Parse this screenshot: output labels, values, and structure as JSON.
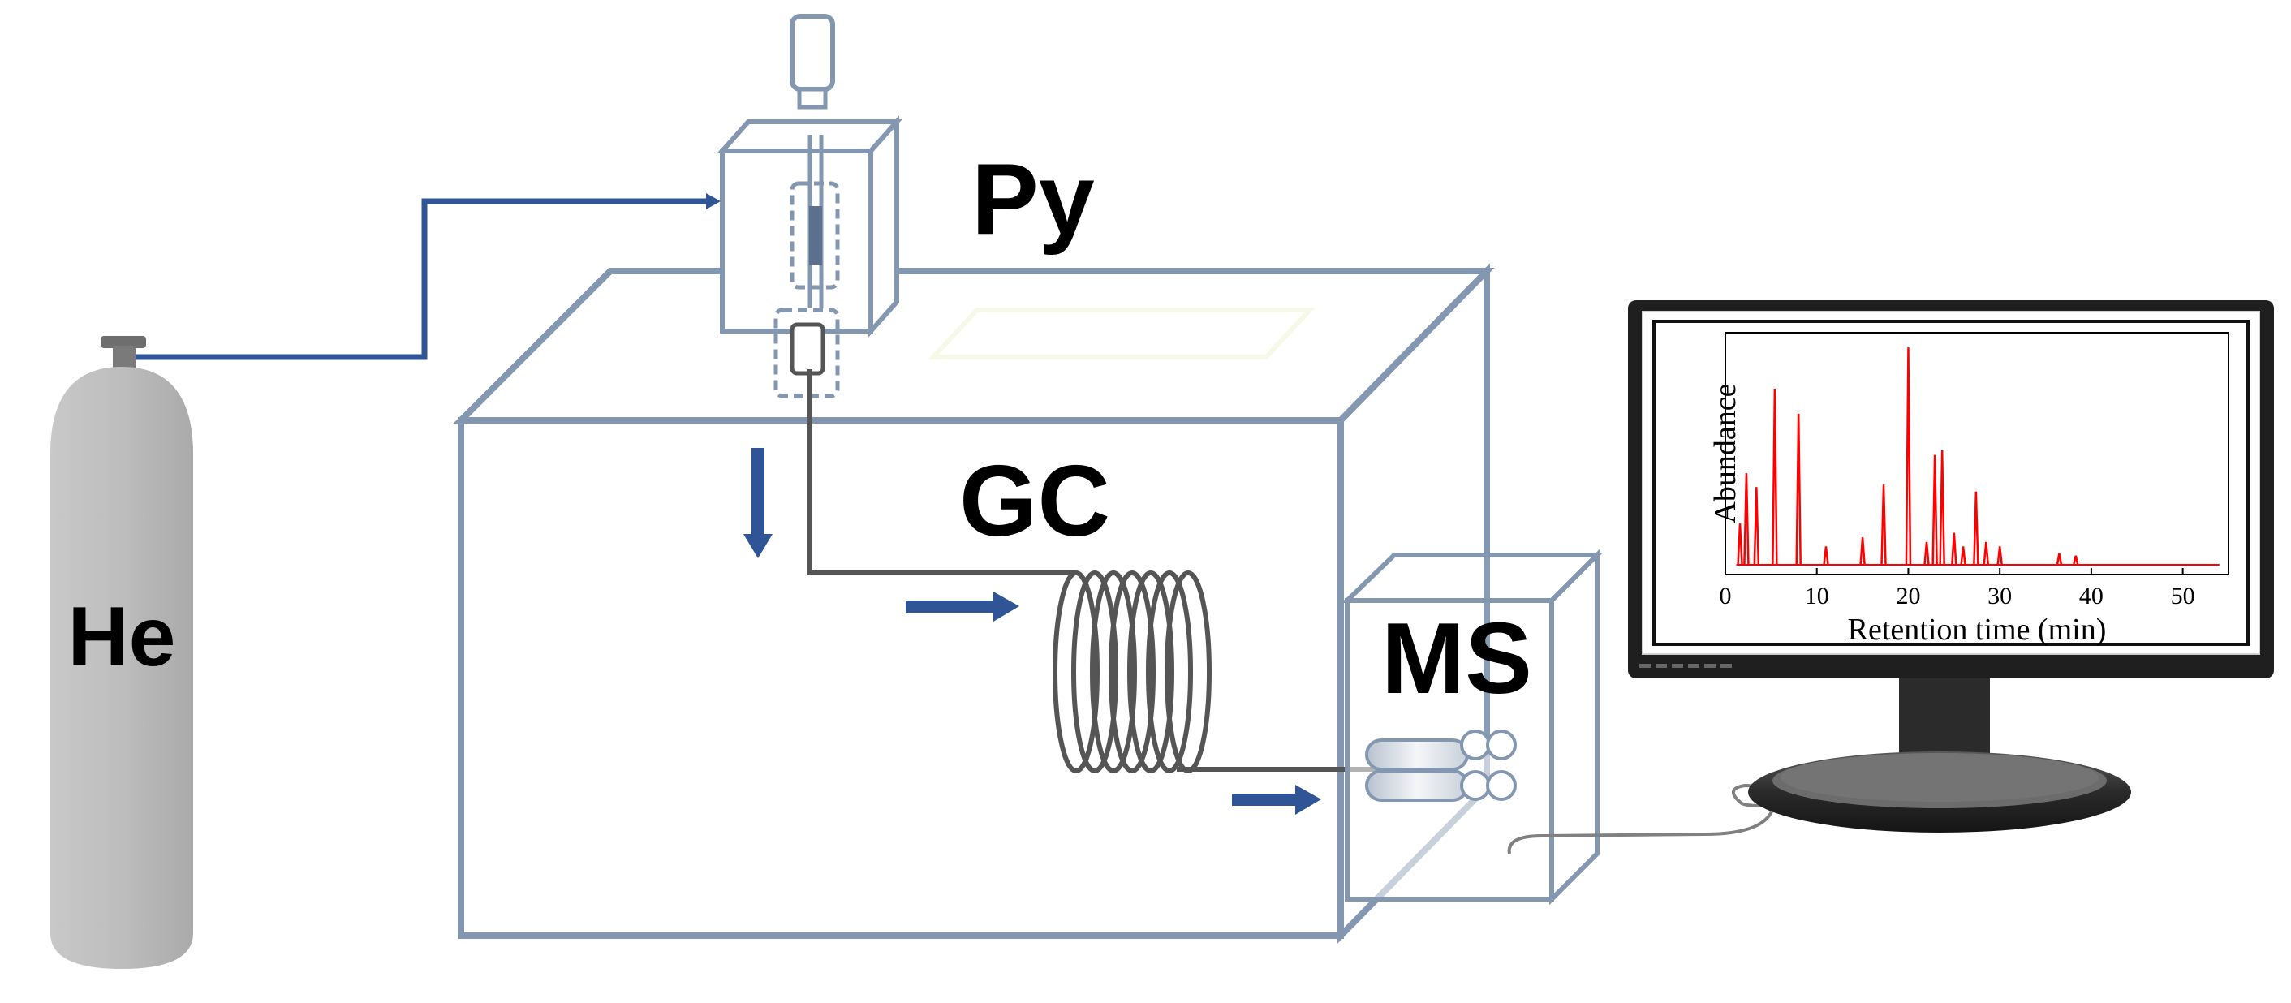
{
  "labels": {
    "pyrolyzer": "Py",
    "gas_chromatograph": "GC",
    "mass_spectrometer": "MS",
    "helium": "He"
  },
  "colors": {
    "box_stroke": "#8497b0",
    "flow_arrow": "#2f5597",
    "column_line": "#555555",
    "cylinder": "#bfbfbf",
    "monitor": "#262626",
    "chromatogram": "#ff0000"
  },
  "icons": {
    "helium_cylinder": "gas-cylinder-icon",
    "pyrolyzer_unit": "pyrolyzer-icon",
    "gc_oven": "oven-box-icon",
    "gc_column": "coil-icon",
    "ms_unit": "detector-box-icon",
    "computer_monitor": "monitor-icon"
  },
  "chart_data": {
    "type": "line",
    "xlabel": "Retention time (min)",
    "ylabel": "Abundance",
    "xlim": [
      0,
      55
    ],
    "xticks": [
      0,
      10,
      20,
      30,
      40,
      50
    ],
    "ylim": [
      0,
      100
    ],
    "grid": false,
    "series": [
      {
        "color": "#ff0000",
        "peaks": [
          {
            "x": 1.6,
            "y": 18
          },
          {
            "x": 2.3,
            "y": 40
          },
          {
            "x": 3.4,
            "y": 34
          },
          {
            "x": 5.4,
            "y": 77
          },
          {
            "x": 8.0,
            "y": 66
          },
          {
            "x": 11.0,
            "y": 8
          },
          {
            "x": 15.0,
            "y": 12
          },
          {
            "x": 17.3,
            "y": 35
          },
          {
            "x": 20.0,
            "y": 95
          },
          {
            "x": 22.0,
            "y": 10
          },
          {
            "x": 22.9,
            "y": 48
          },
          {
            "x": 23.7,
            "y": 50
          },
          {
            "x": 25.0,
            "y": 14
          },
          {
            "x": 26.0,
            "y": 8
          },
          {
            "x": 27.4,
            "y": 32
          },
          {
            "x": 28.5,
            "y": 10
          },
          {
            "x": 30.0,
            "y": 8
          },
          {
            "x": 36.5,
            "y": 5
          },
          {
            "x": 38.3,
            "y": 4
          }
        ]
      }
    ]
  }
}
